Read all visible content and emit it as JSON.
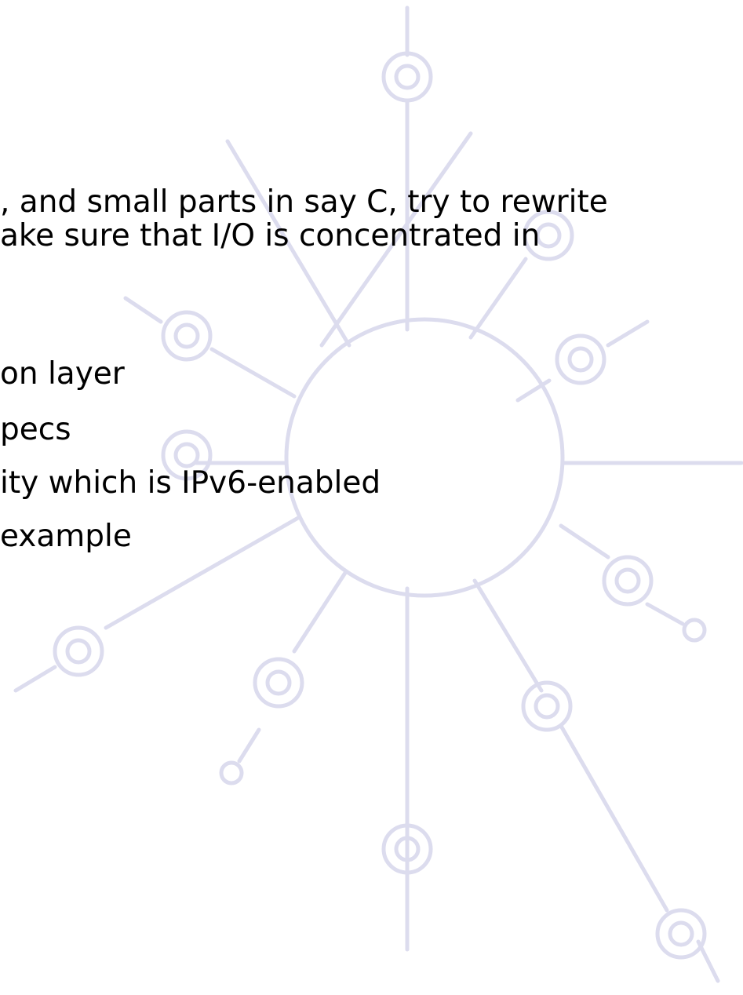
{
  "body_text": {
    "line1": ", and small parts in say C, try to rewrite",
    "line2": "ake sure that I/O is concentrated in",
    "line3": "on layer",
    "line4": "pecs",
    "line5": "ity which is IPv6-enabled",
    "line6": " example"
  },
  "colors": {
    "watermark": "#dcdcee",
    "text": "#000000"
  },
  "icons": {
    "background": "ipv6-starburst-watermark-icon"
  }
}
